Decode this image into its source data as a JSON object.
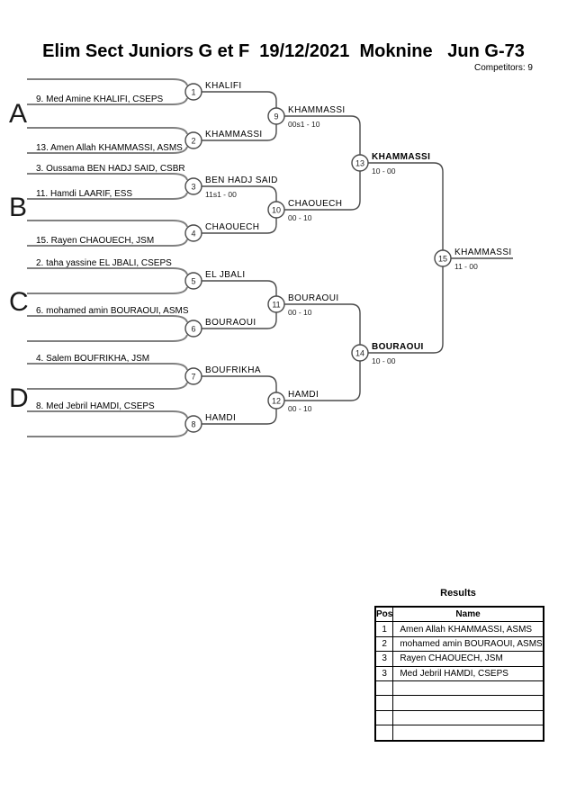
{
  "header": {
    "title": "Elim Sect Juniors G et F  19/12/2021  Moknine   Jun G-73",
    "competitors_label": "Competitors: 9"
  },
  "bracket": {
    "sections": [
      "A",
      "B",
      "C",
      "D"
    ],
    "competitors": [
      {
        "entry": "9. Med Amine KHALIFI, CSEPS"
      },
      {
        "entry": "13. Amen Allah KHAMMASSI, ASMS"
      },
      {
        "entry": "3. Oussama BEN HADJ SAID, CSBR"
      },
      {
        "entry": "11. Hamdi LAARIF, ESS"
      },
      {
        "entry": "15. Rayen CHAOUECH, JSM"
      },
      {
        "entry": "2. taha yassine EL JBALI, CSEPS"
      },
      {
        "entry": "6. mohamed amin BOURAOUI, ASMS"
      },
      {
        "entry": "4. Salem BOUFRIKHA, JSM"
      },
      {
        "entry": "8. Med Jebril HAMDI, CSEPS"
      }
    ],
    "matches": [
      {
        "no": "1",
        "winner": "KHALIFI",
        "score": ""
      },
      {
        "no": "2",
        "winner": "KHAMMASSI",
        "score": ""
      },
      {
        "no": "3",
        "winner": "BEN HADJ SAID",
        "score": "11s1 - 00"
      },
      {
        "no": "4",
        "winner": "CHAOUECH",
        "score": ""
      },
      {
        "no": "5",
        "winner": "EL JBALI",
        "score": ""
      },
      {
        "no": "6",
        "winner": "BOURAOUI",
        "score": ""
      },
      {
        "no": "7",
        "winner": "BOUFRIKHA",
        "score": ""
      },
      {
        "no": "8",
        "winner": "HAMDI",
        "score": ""
      },
      {
        "no": "9",
        "winner": "KHAMMASSI",
        "score": "00s1 - 10"
      },
      {
        "no": "10",
        "winner": "CHAOUECH",
        "score": "00 - 10"
      },
      {
        "no": "11",
        "winner": "BOURAOUI",
        "score": "00 - 10"
      },
      {
        "no": "12",
        "winner": "HAMDI",
        "score": "00 - 10"
      },
      {
        "no": "13",
        "winner": "KHAMMASSI",
        "score": "10 - 00"
      },
      {
        "no": "14",
        "winner": "BOURAOUI",
        "score": "10 - 00"
      },
      {
        "no": "15",
        "winner": "KHAMMASSI",
        "score": "11 - 00"
      }
    ]
  },
  "results": {
    "title": "Results",
    "columns": {
      "pos": "Pos",
      "name": "Name"
    },
    "rows": [
      {
        "pos": "1",
        "name": "Amen Allah KHAMMASSI, ASMS"
      },
      {
        "pos": "2",
        "name": "mohamed amin BOURAOUI, ASMS"
      },
      {
        "pos": "3",
        "name": "Rayen CHAOUECH, JSM"
      },
      {
        "pos": "3",
        "name": "Med Jebril HAMDI, CSEPS"
      },
      {
        "pos": "",
        "name": ""
      },
      {
        "pos": "",
        "name": ""
      },
      {
        "pos": "",
        "name": ""
      },
      {
        "pos": "",
        "name": ""
      }
    ]
  }
}
